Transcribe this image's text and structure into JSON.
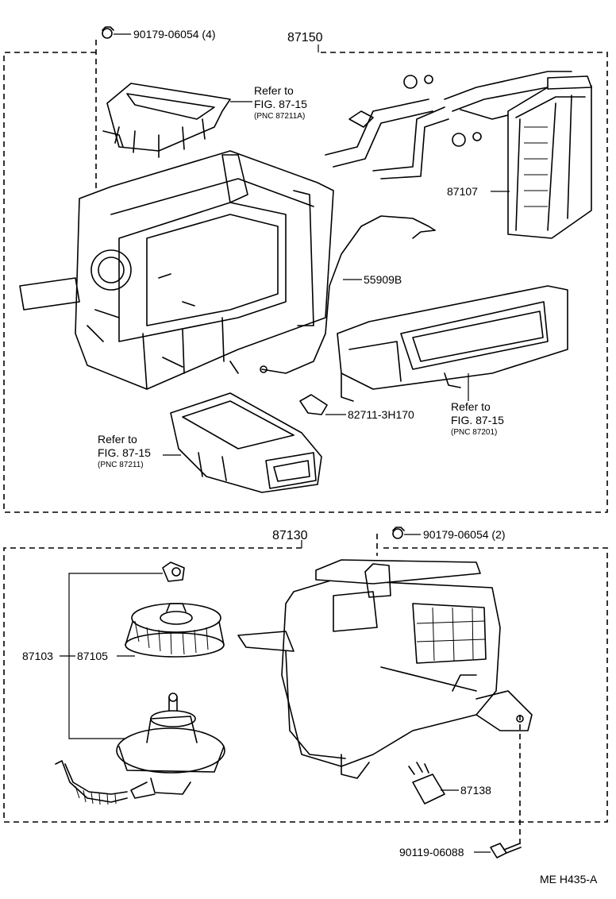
{
  "upper_group": {
    "assembly_number": "87150",
    "clip_label": "90179-06054 (4)",
    "refer_top": {
      "line1": "Refer to",
      "line2": "FIG. 87-15",
      "line3": "(PNC 87211A)"
    },
    "heater_core": "87107",
    "wire": "55909B",
    "refer_right": {
      "line1": "Refer to",
      "line2": "FIG. 87-15",
      "line3": "(PNC 87201)"
    },
    "connector": "82711-3H170",
    "refer_left": {
      "line1": "Refer to",
      "line2": "FIG. 87-15",
      "line3": "(PNC 87211)"
    }
  },
  "lower_group": {
    "assembly_number": "87130",
    "clip_label": "90179-06054 (2)",
    "blower_label": "87103",
    "fan_label": "87105",
    "resistor_label": "87138",
    "screw_label": "90119-06088"
  },
  "footer_code": "ME  H435-A"
}
